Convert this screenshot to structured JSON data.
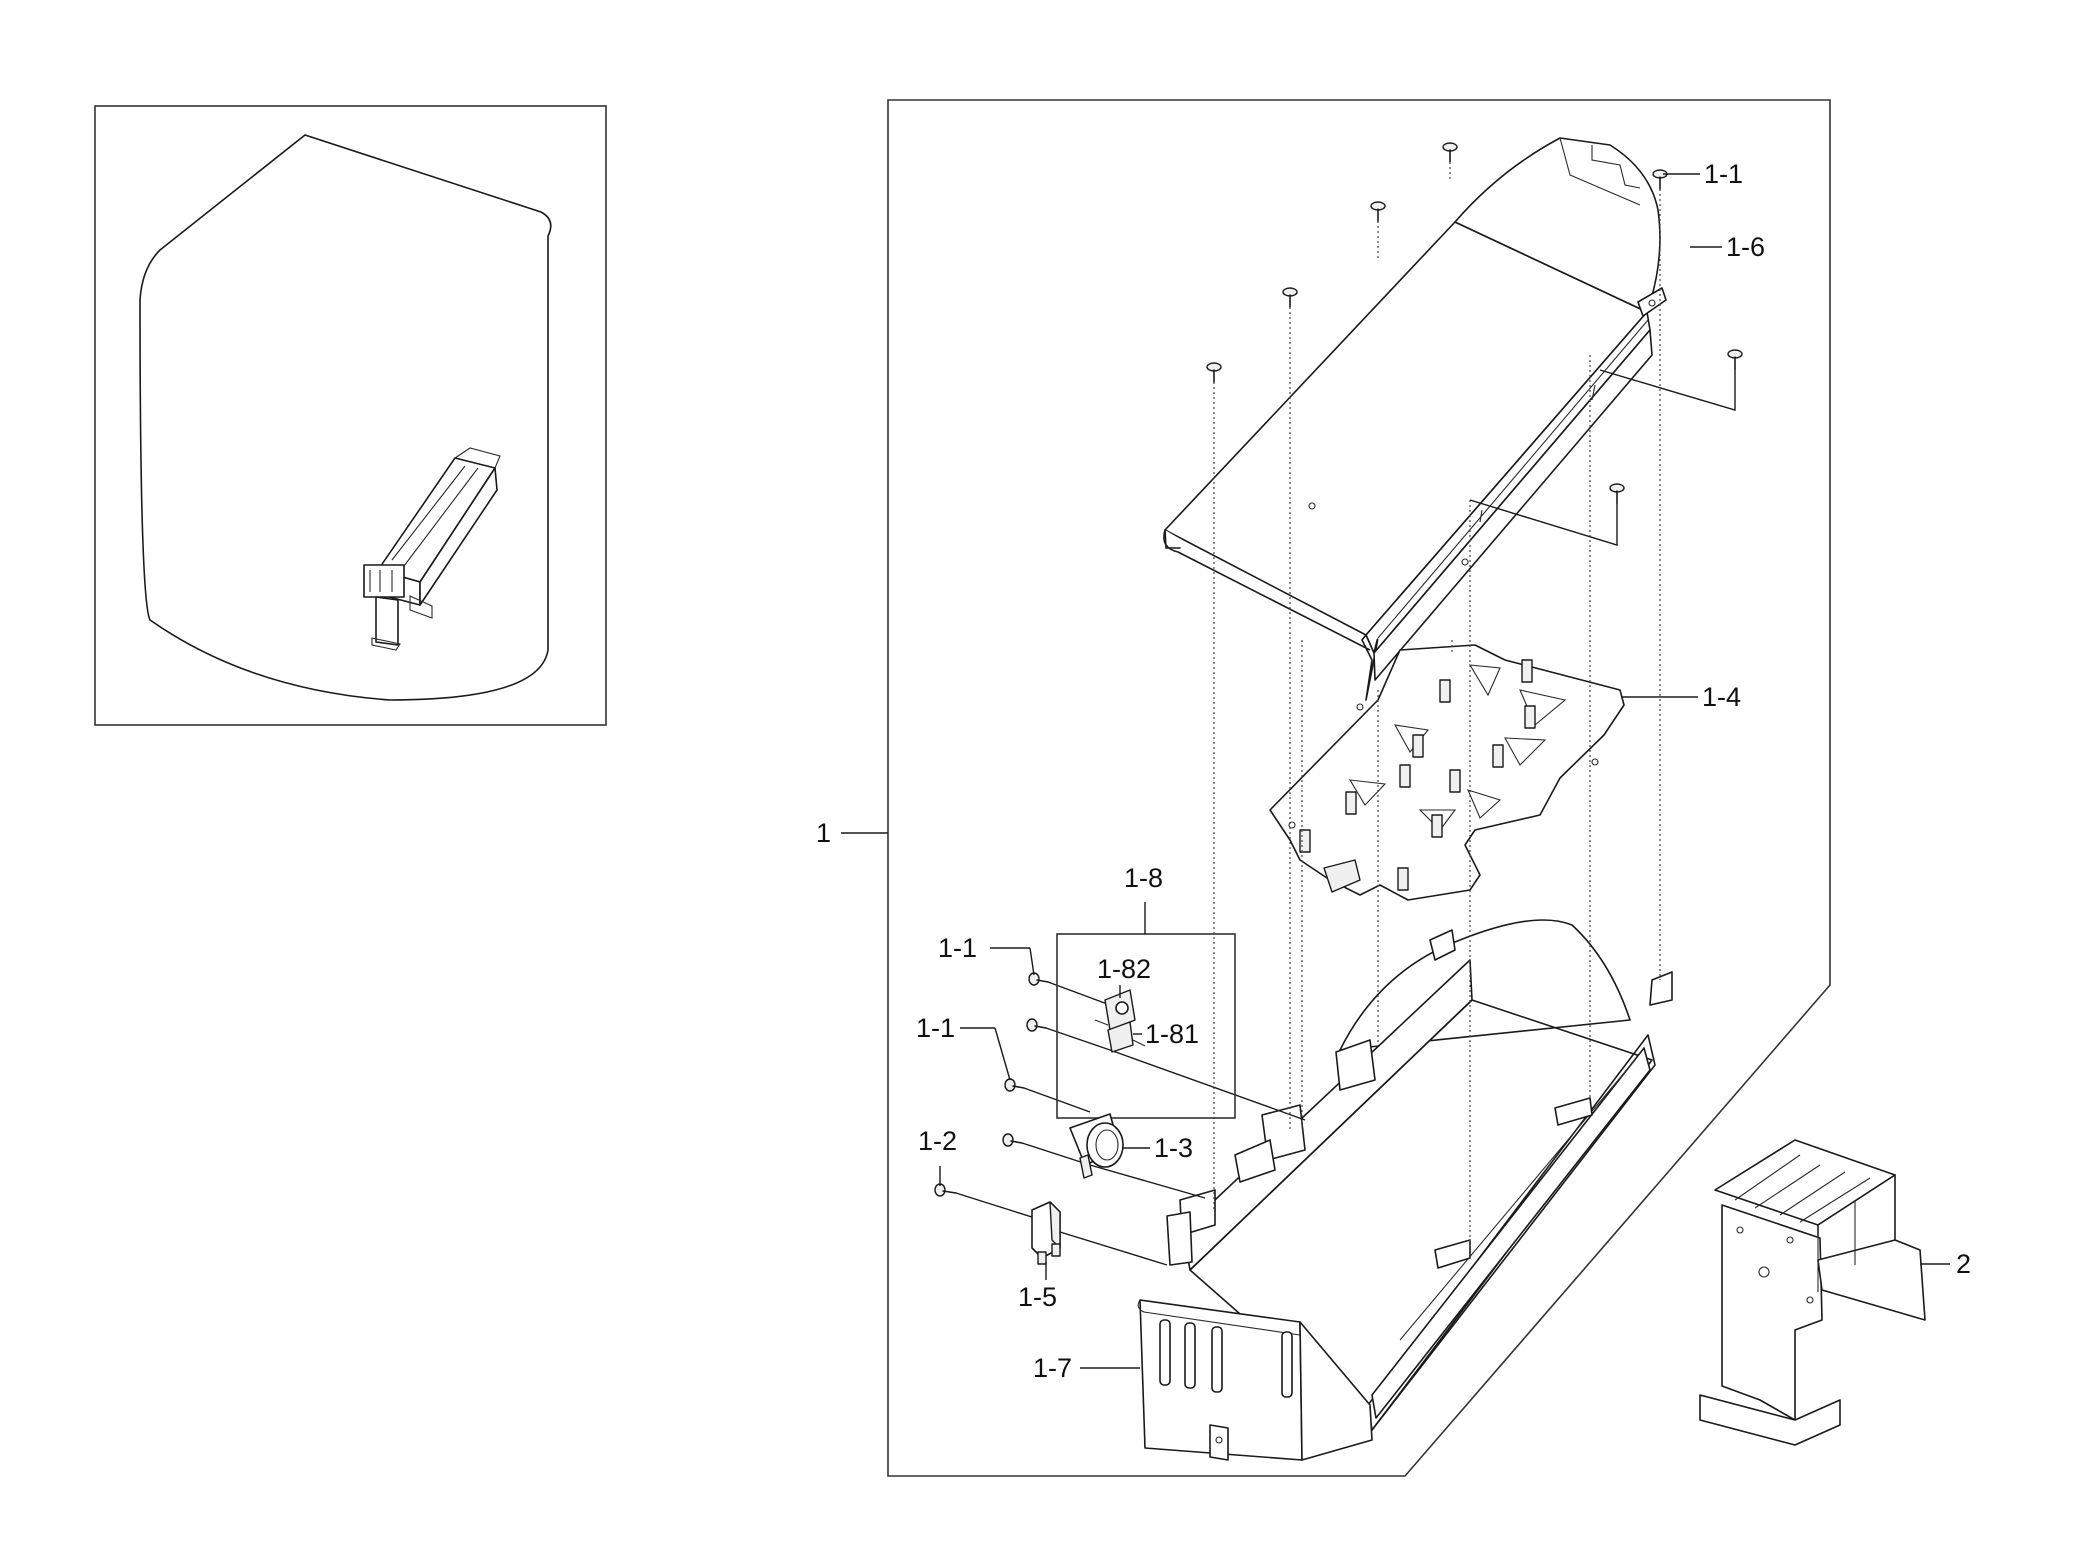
{
  "labels": {
    "l_1_1_top": "1-1",
    "l_1_6": "1-6",
    "l_1_4": "1-4",
    "l_1": "1",
    "l_1_8": "1-8",
    "l_1_1_mid": "1-1",
    "l_1_82": "1-82",
    "l_1_81": "1-81",
    "l_1_1_low": "1-1",
    "l_1_3": "1-3",
    "l_1_2": "1-2",
    "l_1_5": "1-5",
    "l_1_7": "1-7",
    "l_2": "2"
  },
  "colors": {
    "line": "#1a1a1a",
    "background": "#ffffff",
    "frame": "#333333"
  }
}
